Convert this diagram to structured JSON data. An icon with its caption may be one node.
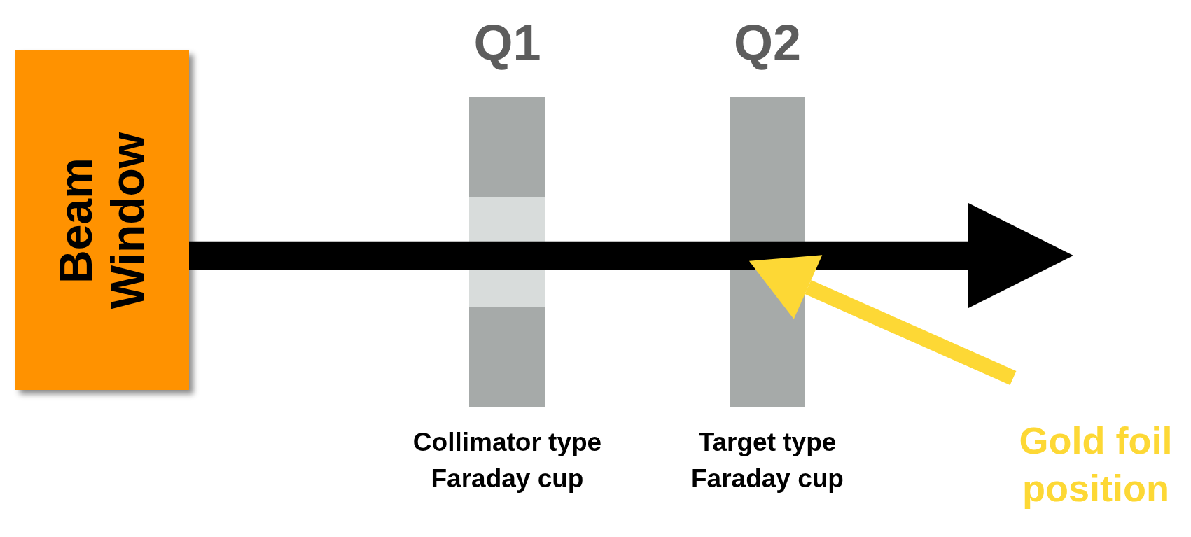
{
  "diagram": {
    "nodes": [
      {
        "text": [
          "Beam Window"
        ]
      },
      {
        "text": [
          "Q1"
        ],
        "beside": [
          "Collimator type Faraday cup"
        ]
      },
      {
        "text": [
          "Q2"
        ],
        "beside": [
          "Target type Faraday cup"
        ]
      },
      {
        "text": [
          "Gold foil position"
        ]
      }
    ],
    "edges": [
      {
        "from": 0,
        "to": null,
        "arrow": "to",
        "style": "thick"
      },
      {
        "from": 3,
        "to": 2,
        "arrow": "to",
        "color": "#fdd835"
      }
    ]
  }
}
